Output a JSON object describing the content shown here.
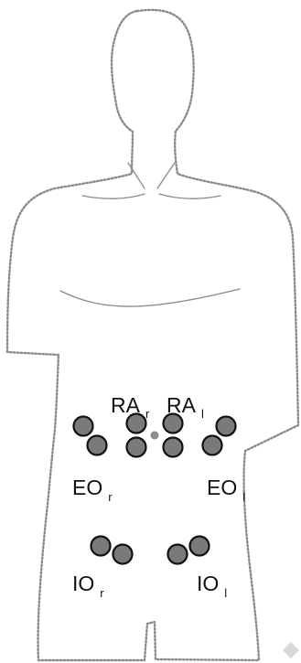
{
  "figure": {
    "background": "#ffffff",
    "outline_color": "#8a8a8a",
    "electrode_fill": "#7a7a7a",
    "electrode_stroke": "#111111"
  },
  "labels": {
    "ra_right": {
      "main": "RA",
      "sub": "r"
    },
    "ra_left": {
      "main": "RA",
      "sub": "l"
    },
    "eo_right": {
      "main": "EO",
      "sub": "r"
    },
    "eo_left": {
      "main": "EO",
      "sub": "l"
    },
    "io_right": {
      "main": "IO",
      "sub": "r"
    },
    "io_left": {
      "main": "IO",
      "sub": "l"
    }
  }
}
